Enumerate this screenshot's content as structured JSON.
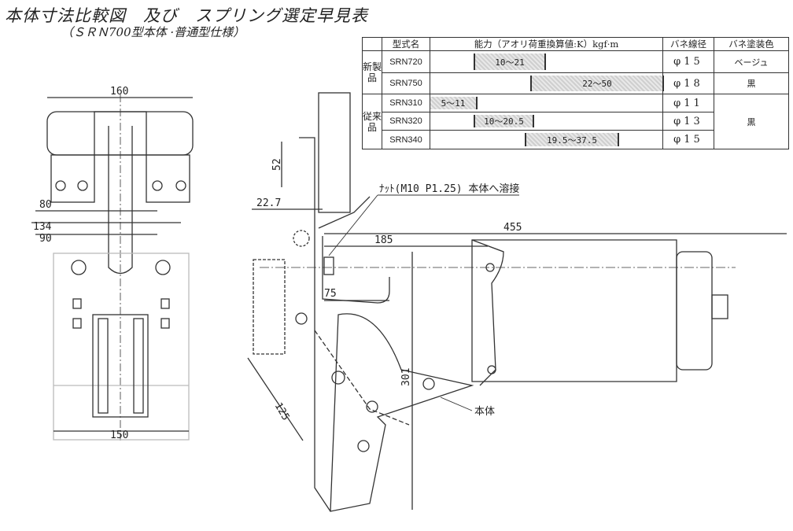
{
  "title": "本体寸法比較図　及び　スプリング選定早見表",
  "subtitle": "（ＳＲＮ700型本体 ·普通型仕様）",
  "table": {
    "headers": [
      "",
      "型式名",
      "能力（アオリ荷重換算値:K）kgf·m",
      "バネ線径",
      "バネ塗装色"
    ],
    "groups": {
      "new": "新製品",
      "old": "従来品"
    },
    "rows": [
      {
        "model": "SRN720",
        "range": "10～21",
        "min": 10,
        "max": 21,
        "dia": "φ15",
        "color": "ベージュ"
      },
      {
        "model": "SRN750",
        "range": "22～50",
        "min": 22,
        "max": 50,
        "dia": "φ18",
        "color": "黒"
      },
      {
        "model": "SRN310",
        "range": "5～11",
        "min": 5,
        "max": 11,
        "dia": "φ11",
        "color": "黒"
      },
      {
        "model": "SRN320",
        "range": "10～20.5",
        "min": 10,
        "max": 20.5,
        "dia": "φ13",
        "color": ""
      },
      {
        "model": "SRN340",
        "range": "19.5～37.5",
        "min": 19.5,
        "max": 37.5,
        "dia": "φ15",
        "color": ""
      }
    ]
  },
  "dims": {
    "front_width_top": "160",
    "d80": "80",
    "d134": "134",
    "d90": "90",
    "front_width_bottom": "150",
    "d52": "52",
    "d22_7": "22.7",
    "d185": "185",
    "d455": "455",
    "d75": "75",
    "d301": "301",
    "d125": "125"
  },
  "labels": {
    "nut": "ﾅｯﾄ(M10 P1.25) 本体へ溶接",
    "body": "本体"
  }
}
